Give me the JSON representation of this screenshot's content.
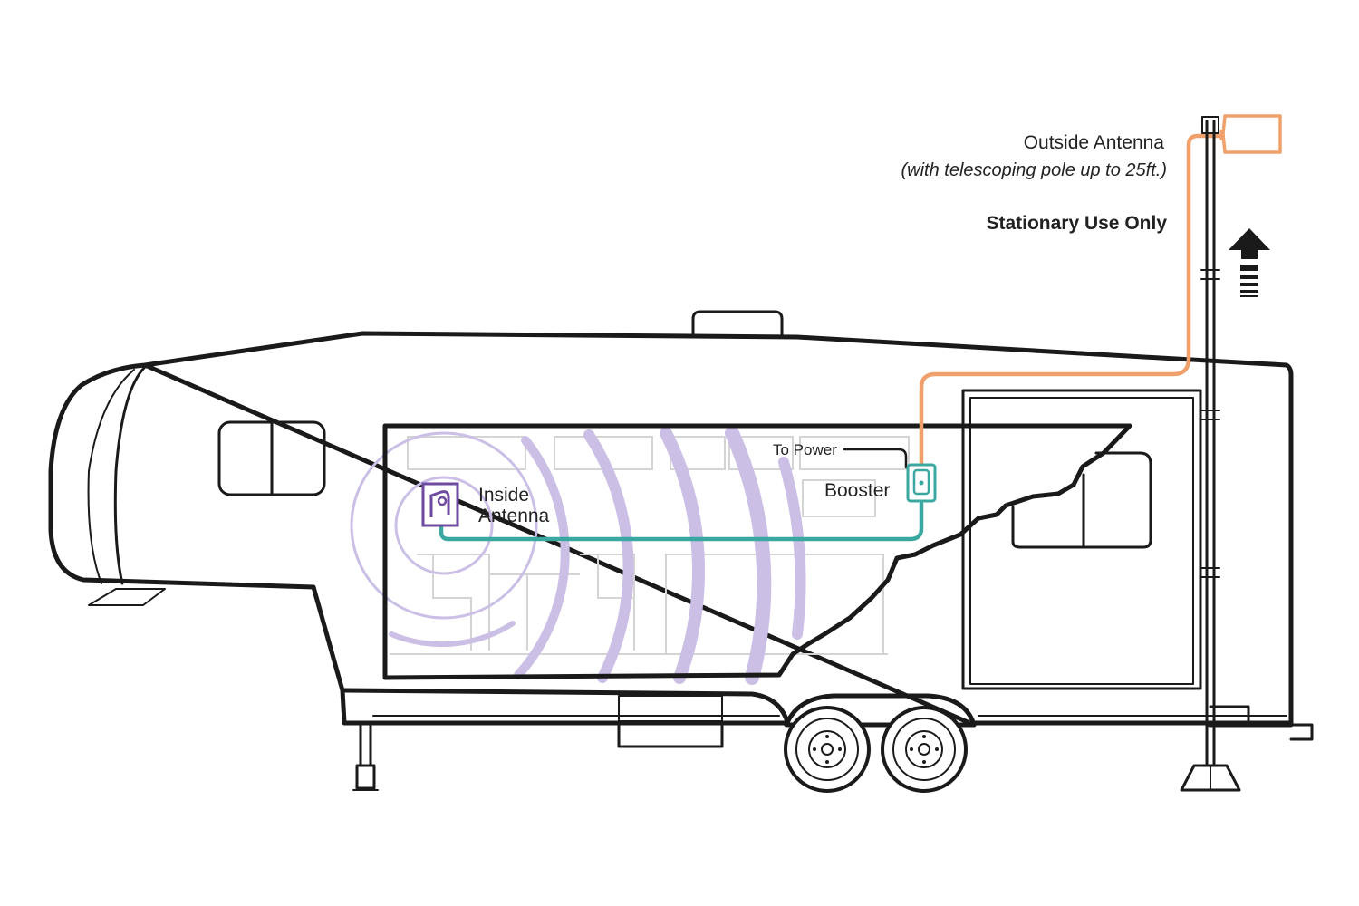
{
  "labels": {
    "outside_antenna": "Outside Antenna",
    "outside_antenna_note": "(with telescoping pole up to 25ft.)",
    "stationary": "Stationary Use Only",
    "to_power": "To Power",
    "booster": "Booster",
    "inside_antenna_line1": "Inside",
    "inside_antenna_line2": "Antenna"
  },
  "colors": {
    "outside_cable": "#f0a06a",
    "inside_cable": "#3aa8a0",
    "inside_antenna": "#6e4aa0",
    "signal_waves": "#cbbfe6",
    "outline": "#1a1a1a"
  },
  "icons": {
    "outside_antenna": "directional-antenna-icon",
    "booster": "signal-booster-icon",
    "inside_antenna": "panel-antenna-icon",
    "raise_arrow": "up-arrow-icon"
  }
}
